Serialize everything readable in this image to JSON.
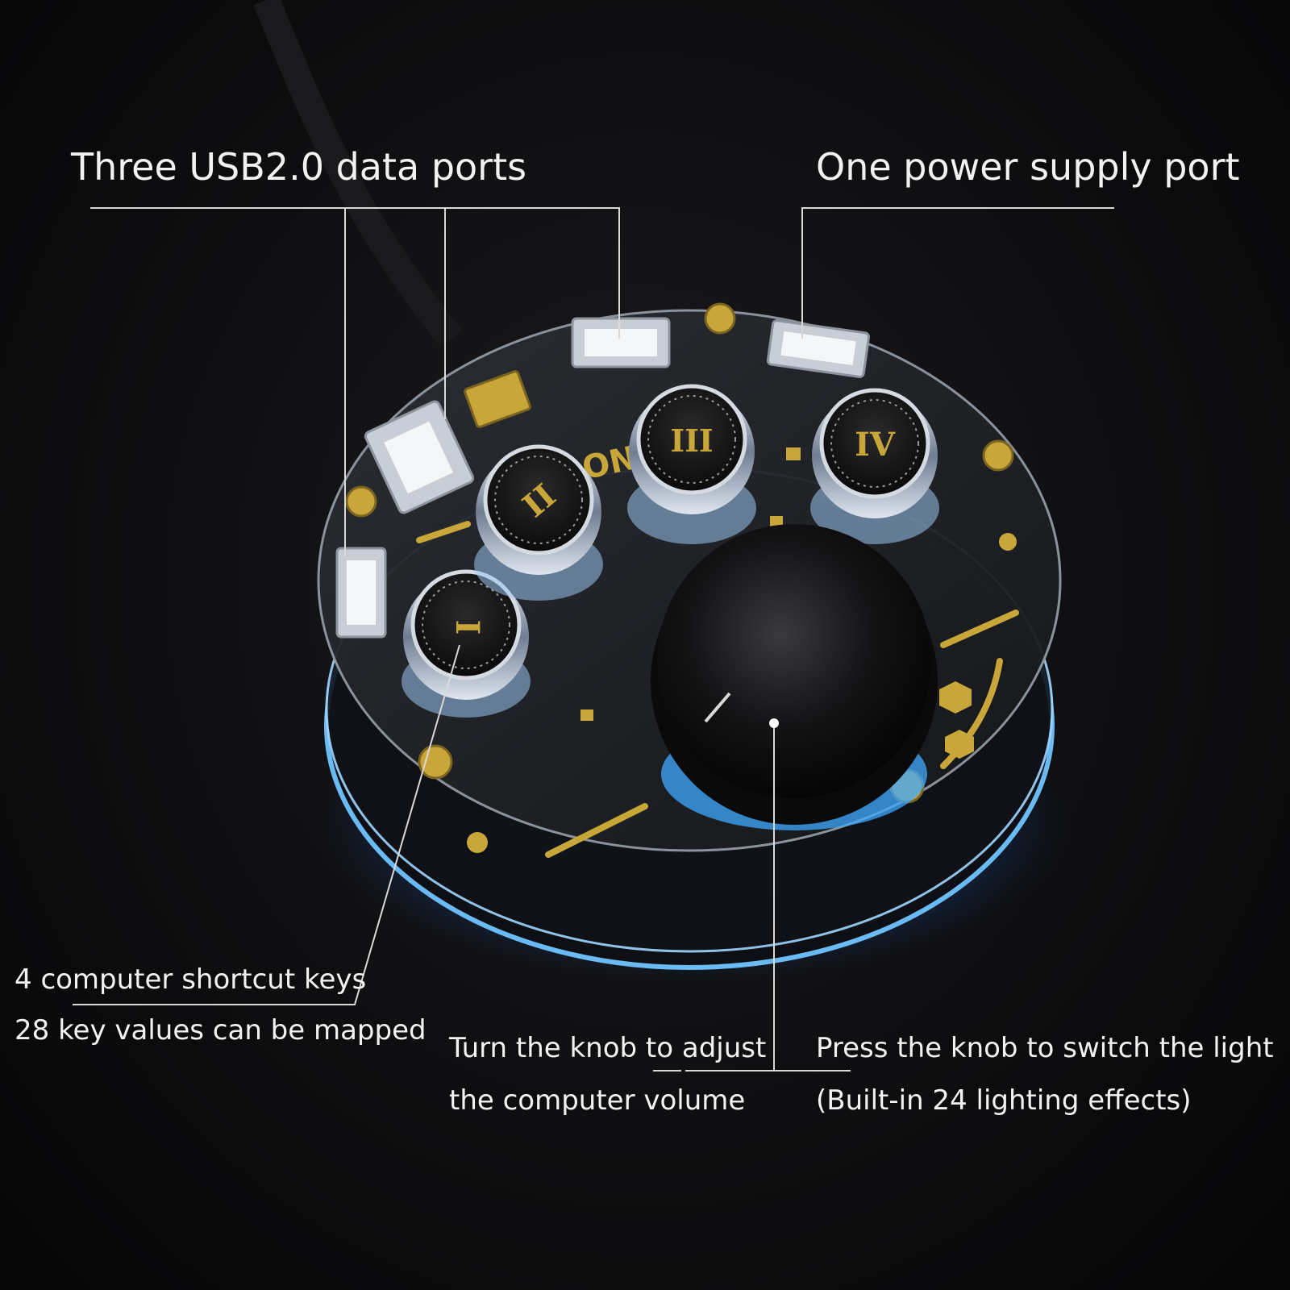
{
  "callouts": {
    "usb_ports": "Three USB2.0 data ports",
    "power_port": "One power supply port",
    "shortcut_keys_line1": "4 computer shortcut keys",
    "shortcut_keys_line2": "28 key values can be mapped",
    "knob_turn_line1": "Turn the knob to adjust",
    "knob_turn_line2": "the computer volume",
    "knob_press_line1": "Press the knob to switch the light",
    "knob_press_line2": "(Built-in 24 lighting effects)"
  },
  "keys": {
    "key1": "I",
    "key2": "II",
    "key3": "III",
    "key4": "IV"
  },
  "board_mark": "ON",
  "colors": {
    "background": "#0e0e10",
    "glow": "#3fa9ff",
    "gold": "#c9a63a",
    "text": "#f2f2f2"
  }
}
